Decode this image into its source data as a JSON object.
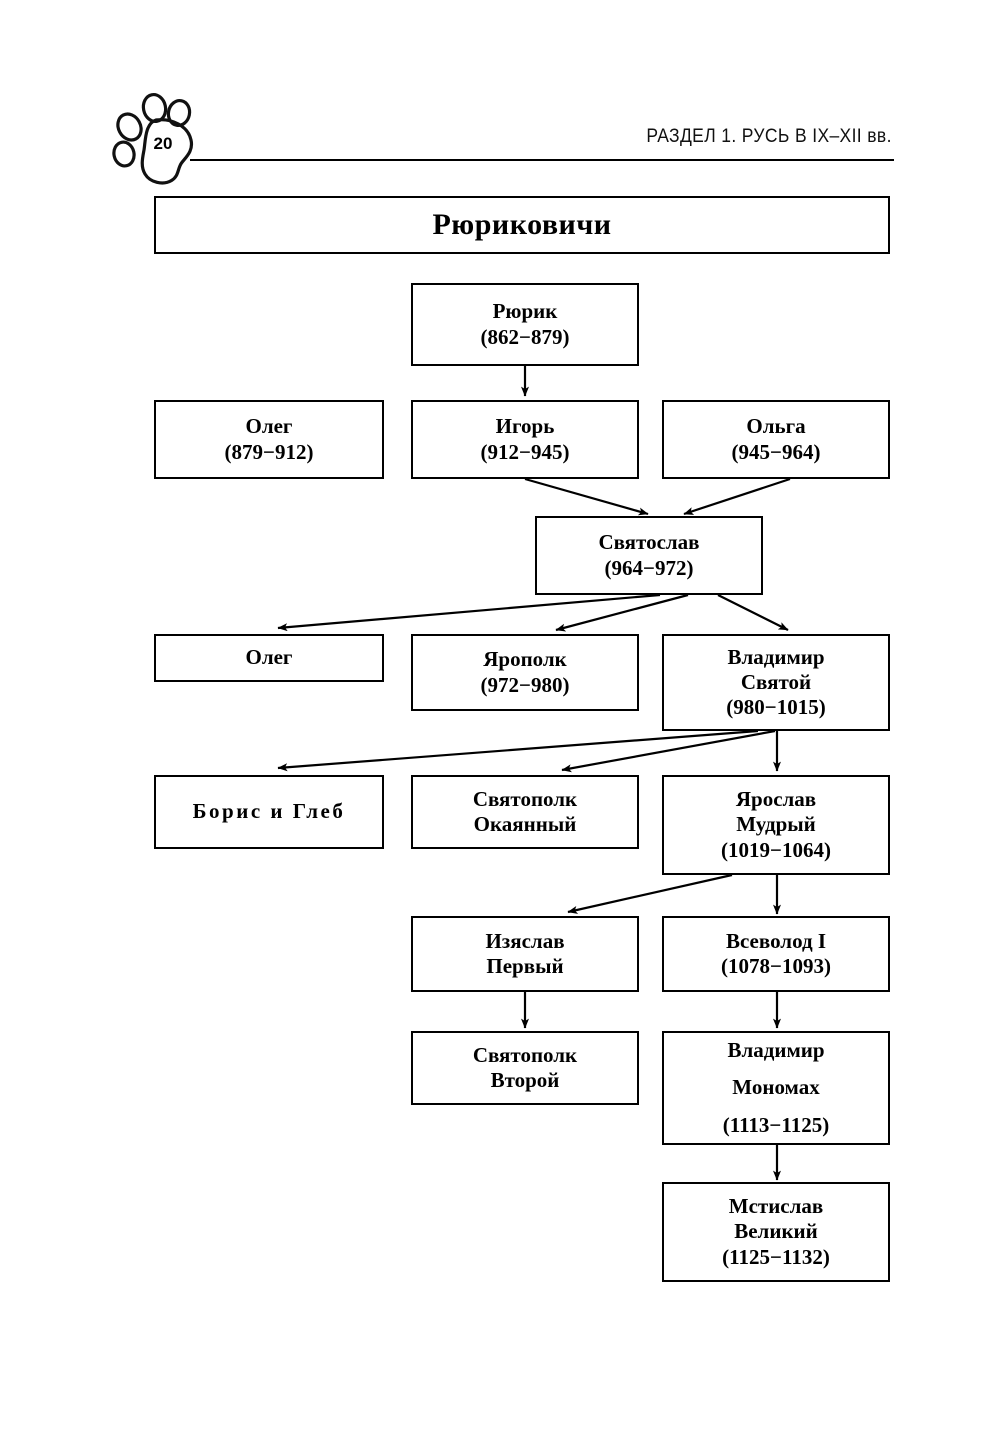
{
  "header": {
    "page_number": "20",
    "section_title": "РАЗДЕЛ 1. РУСЬ В IX–XII вв.",
    "paw_icon": "paw-print-icon"
  },
  "banner": {
    "title": "Рюриковичи"
  },
  "chart_data": {
    "type": "diagram",
    "title": "Рюриковичи",
    "nodes": [
      {
        "id": "rurik",
        "name": "Рюрик",
        "dates": "(862−879)",
        "lines": [
          "Рюрик",
          "(862−879)"
        ]
      },
      {
        "id": "oleg1",
        "name": "Олег",
        "dates": "(879−912)",
        "lines": [
          "Олег",
          "(879−912)"
        ]
      },
      {
        "id": "igor",
        "name": "Игорь",
        "dates": "(912−945)",
        "lines": [
          "Игорь",
          "(912−945)"
        ]
      },
      {
        "id": "olga",
        "name": "Ольга",
        "dates": "(945−964)",
        "lines": [
          "Ольга",
          "(945−964)"
        ]
      },
      {
        "id": "svyatoslav",
        "name": "Святослав",
        "dates": "(964−972)",
        "lines": [
          "Святослав",
          "(964−972)"
        ]
      },
      {
        "id": "oleg2",
        "name": "Олег",
        "dates": "",
        "lines": [
          "Олег"
        ]
      },
      {
        "id": "yaropolk",
        "name": "Ярополк",
        "dates": "(972−980)",
        "lines": [
          "Ярополк",
          "(972−980)"
        ]
      },
      {
        "id": "vladimir",
        "name": "Владимир Святой",
        "dates": "(980−1015)",
        "lines": [
          "Владимир",
          "Святой",
          "(980−1015)"
        ]
      },
      {
        "id": "borisgleb",
        "name": "Борис и Глеб",
        "dates": "",
        "lines": [
          "Борис и Глеб"
        ]
      },
      {
        "id": "svyatopolk1",
        "name": "Святополк Окаянный",
        "dates": "",
        "lines": [
          "Святополк",
          "Окаянный"
        ]
      },
      {
        "id": "yaroslav",
        "name": "Ярослав Мудрый",
        "dates": "(1019−1064)",
        "lines": [
          "Ярослав",
          "Мудрый",
          "(1019−1064)"
        ]
      },
      {
        "id": "izyaslav",
        "name": "Изяслав Первый",
        "dates": "",
        "lines": [
          "Изяслав",
          "Первый"
        ]
      },
      {
        "id": "vsevolod",
        "name": "Всеволод I",
        "dates": "(1078−1093)",
        "lines": [
          "Всеволод I",
          "(1078−1093)"
        ]
      },
      {
        "id": "svyatopolk2",
        "name": "Святополк Второй",
        "dates": "",
        "lines": [
          "Святополк",
          "Второй"
        ]
      },
      {
        "id": "monomah",
        "name": "Владимир Мономах",
        "dates": "(1113−1125)",
        "lines": [
          "Владимир",
          "Мономах",
          "(1113−1125)"
        ]
      },
      {
        "id": "mstislav",
        "name": "Мстислав Великий",
        "dates": "(1125−1132)",
        "lines": [
          "Мстислав",
          "Великий",
          "(1125−1132)"
        ]
      }
    ],
    "edges": [
      {
        "from": "rurik",
        "to": "igor"
      },
      {
        "from": "igor",
        "to": "svyatoslav"
      },
      {
        "from": "olga",
        "to": "svyatoslav"
      },
      {
        "from": "svyatoslav",
        "to": "oleg2"
      },
      {
        "from": "svyatoslav",
        "to": "yaropolk"
      },
      {
        "from": "svyatoslav",
        "to": "vladimir"
      },
      {
        "from": "vladimir",
        "to": "borisgleb"
      },
      {
        "from": "vladimir",
        "to": "svyatopolk1"
      },
      {
        "from": "vladimir",
        "to": "yaroslav"
      },
      {
        "from": "yaroslav",
        "to": "izyaslav"
      },
      {
        "from": "yaroslav",
        "to": "vsevolod"
      },
      {
        "from": "izyaslav",
        "to": "svyatopolk2"
      },
      {
        "from": "vsevolod",
        "to": "monomah"
      },
      {
        "from": "monomah",
        "to": "mstislav"
      }
    ],
    "colors": {
      "line": "#000000",
      "box_border": "#000000",
      "background": "#ffffff"
    }
  }
}
